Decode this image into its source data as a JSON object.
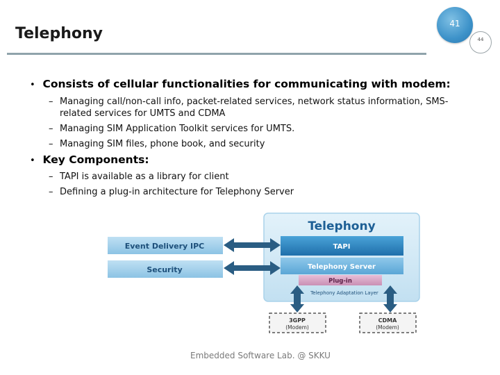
{
  "header": {
    "title": "Telephony",
    "page_number": "41",
    "side_number": "44"
  },
  "bullets": [
    {
      "text": "Consists of cellular functionalities for communicating with modem:",
      "items": [
        "Managing call/non-call info, packet-related services, network status information, SMS-",
        "related services for UMTS and CDMA",
        "Managing SIM Application Toolkit services for UMTS.",
        "Managing SIM files, phone book, and security"
      ]
    },
    {
      "text": "Key Components:",
      "items": [
        "TAPI is available as a library for client",
        "Defining a plug-in architecture for Telephony Server"
      ]
    }
  ],
  "diagram": {
    "panel_title": "Telephony",
    "left_boxes": [
      "Event Delivery IPC",
      "Security"
    ],
    "layers": [
      "TAPI",
      "Telephony Server",
      "Plug-in",
      "Telephony Adaptation Layer"
    ],
    "modems": [
      {
        "name": "3GPP",
        "sub": "(Modem)"
      },
      {
        "name": "CDMA",
        "sub": "(Modem)"
      }
    ]
  },
  "footer": {
    "text": "Embedded Software Lab. @ SKKU"
  },
  "colors": {
    "accent": "#3d92c9",
    "rule": "#8fa3ab",
    "panel": "#cde7f4",
    "tapi": "#2f86c2"
  }
}
